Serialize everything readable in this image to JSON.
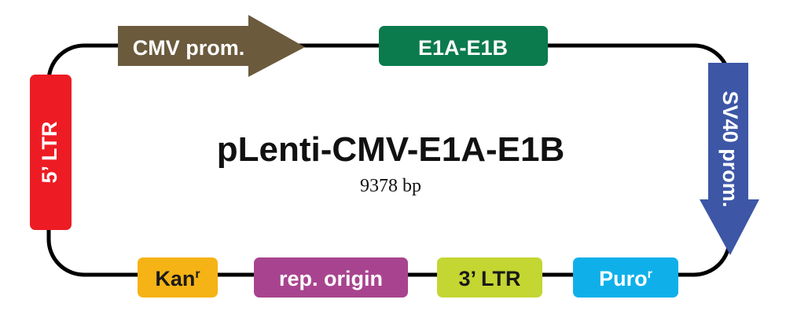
{
  "plasmid": {
    "name": "pLenti-CMV-E1A-E1B",
    "size": "9378 bp"
  },
  "features": {
    "cmv": {
      "label": "CMV prom.",
      "color": "#6b5a3c"
    },
    "e1a_e1b": {
      "label": "E1A-E1B",
      "color": "#0b7a4d"
    },
    "sv40": {
      "label": "SV40 prom.",
      "color": "#3d56a6"
    },
    "ltr5": {
      "label": "5’ LTR",
      "color": "#ed1c24"
    },
    "kan": {
      "label": "Kan",
      "superscript": "r",
      "color": "#f5b315"
    },
    "rep": {
      "label": "rep. origin",
      "color": "#a8448f"
    },
    "ltr3": {
      "label": "3’ LTR",
      "color": "#c4d632"
    },
    "puro": {
      "label": "Puro",
      "superscript": "r",
      "color": "#0fb0ea"
    }
  },
  "backbone_color": "#000000"
}
